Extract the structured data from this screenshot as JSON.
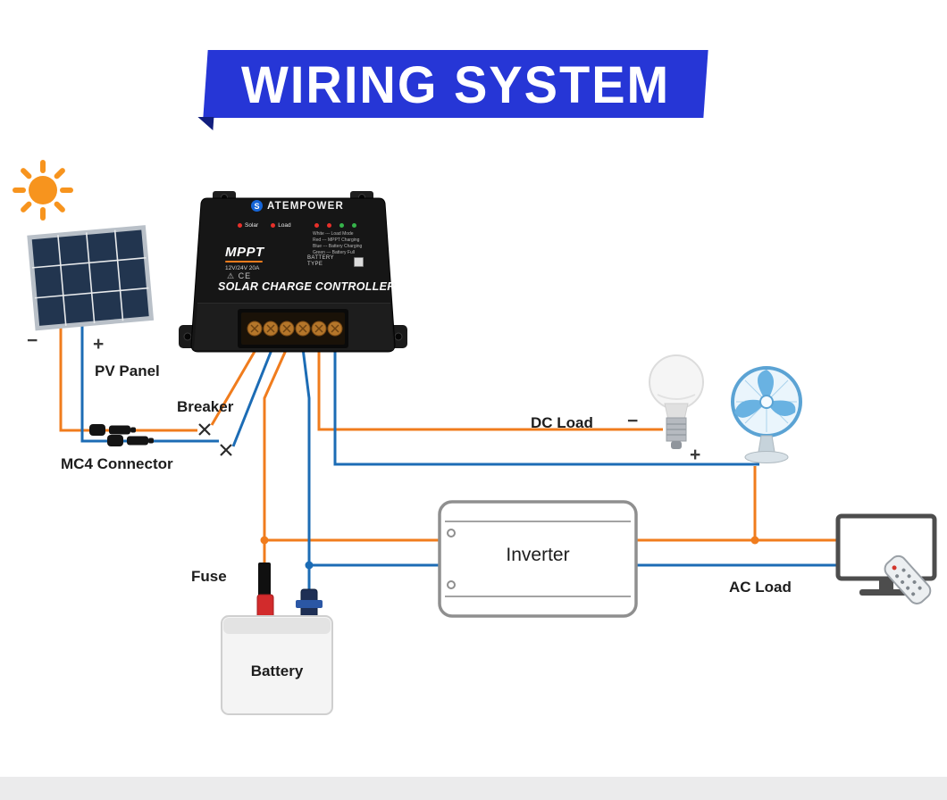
{
  "banner": {
    "title": "WIRING SYSTEM"
  },
  "labels": {
    "pv_panel": "PV Panel",
    "breaker": "Breaker",
    "mc4": "MC4 Connector",
    "dc_load": "DC Load",
    "fuse": "Fuse",
    "battery": "Battery",
    "inverter": "Inverter",
    "ac_load": "AC Load"
  },
  "signs": {
    "panel_minus": "−",
    "panel_plus": "+",
    "dc_minus": "−",
    "dc_plus": "+"
  },
  "controller": {
    "brand": "ATEMPOWER",
    "led_solar": "Solar",
    "led_load": "Load",
    "legend": [
      "White --- Load Mode",
      "Red --- MPPT Charging",
      "Blue --- Battery Charging",
      "Green --- Battery Full"
    ],
    "mppt": "MPPT",
    "rating": "12V/24V 20A",
    "battery_type": "BATTERY TYPE",
    "cert": "⚠ CE",
    "title": "SOLAR CHARGE CONTROLLER"
  },
  "colors": {
    "banner_blue": "#2636d6",
    "wire_orange": "#f07c1d",
    "wire_blue": "#1c6cb5"
  }
}
